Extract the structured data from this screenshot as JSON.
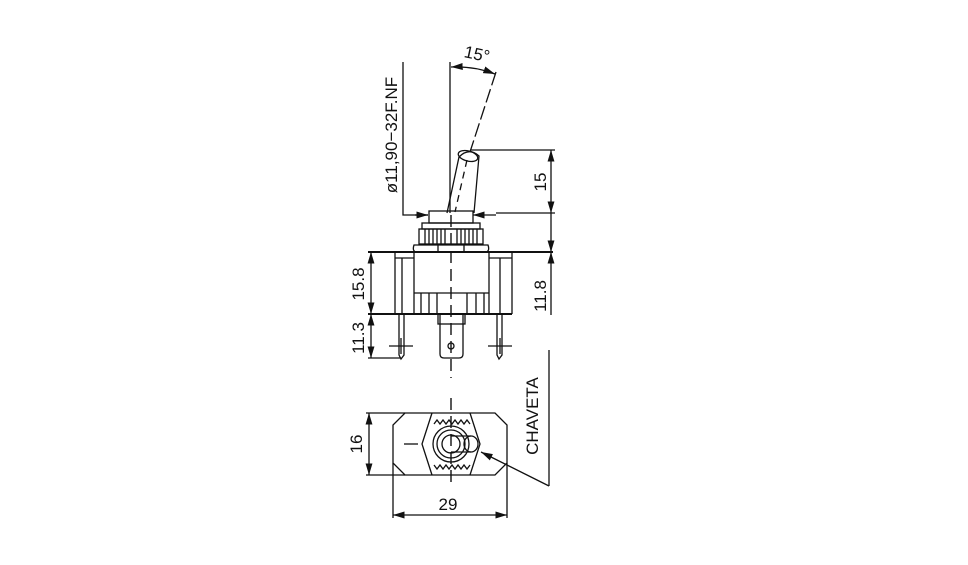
{
  "drawing": {
    "thread_spec": "ø11,90−32F.NF",
    "angle": "15°",
    "dim_lever_height": "15",
    "dim_body_right": "11.8",
    "dim_body_left": "15.8",
    "dim_terminal": "11.3",
    "dim_width": "16",
    "dim_length": "29",
    "keyway_label": "CHAVETA"
  }
}
